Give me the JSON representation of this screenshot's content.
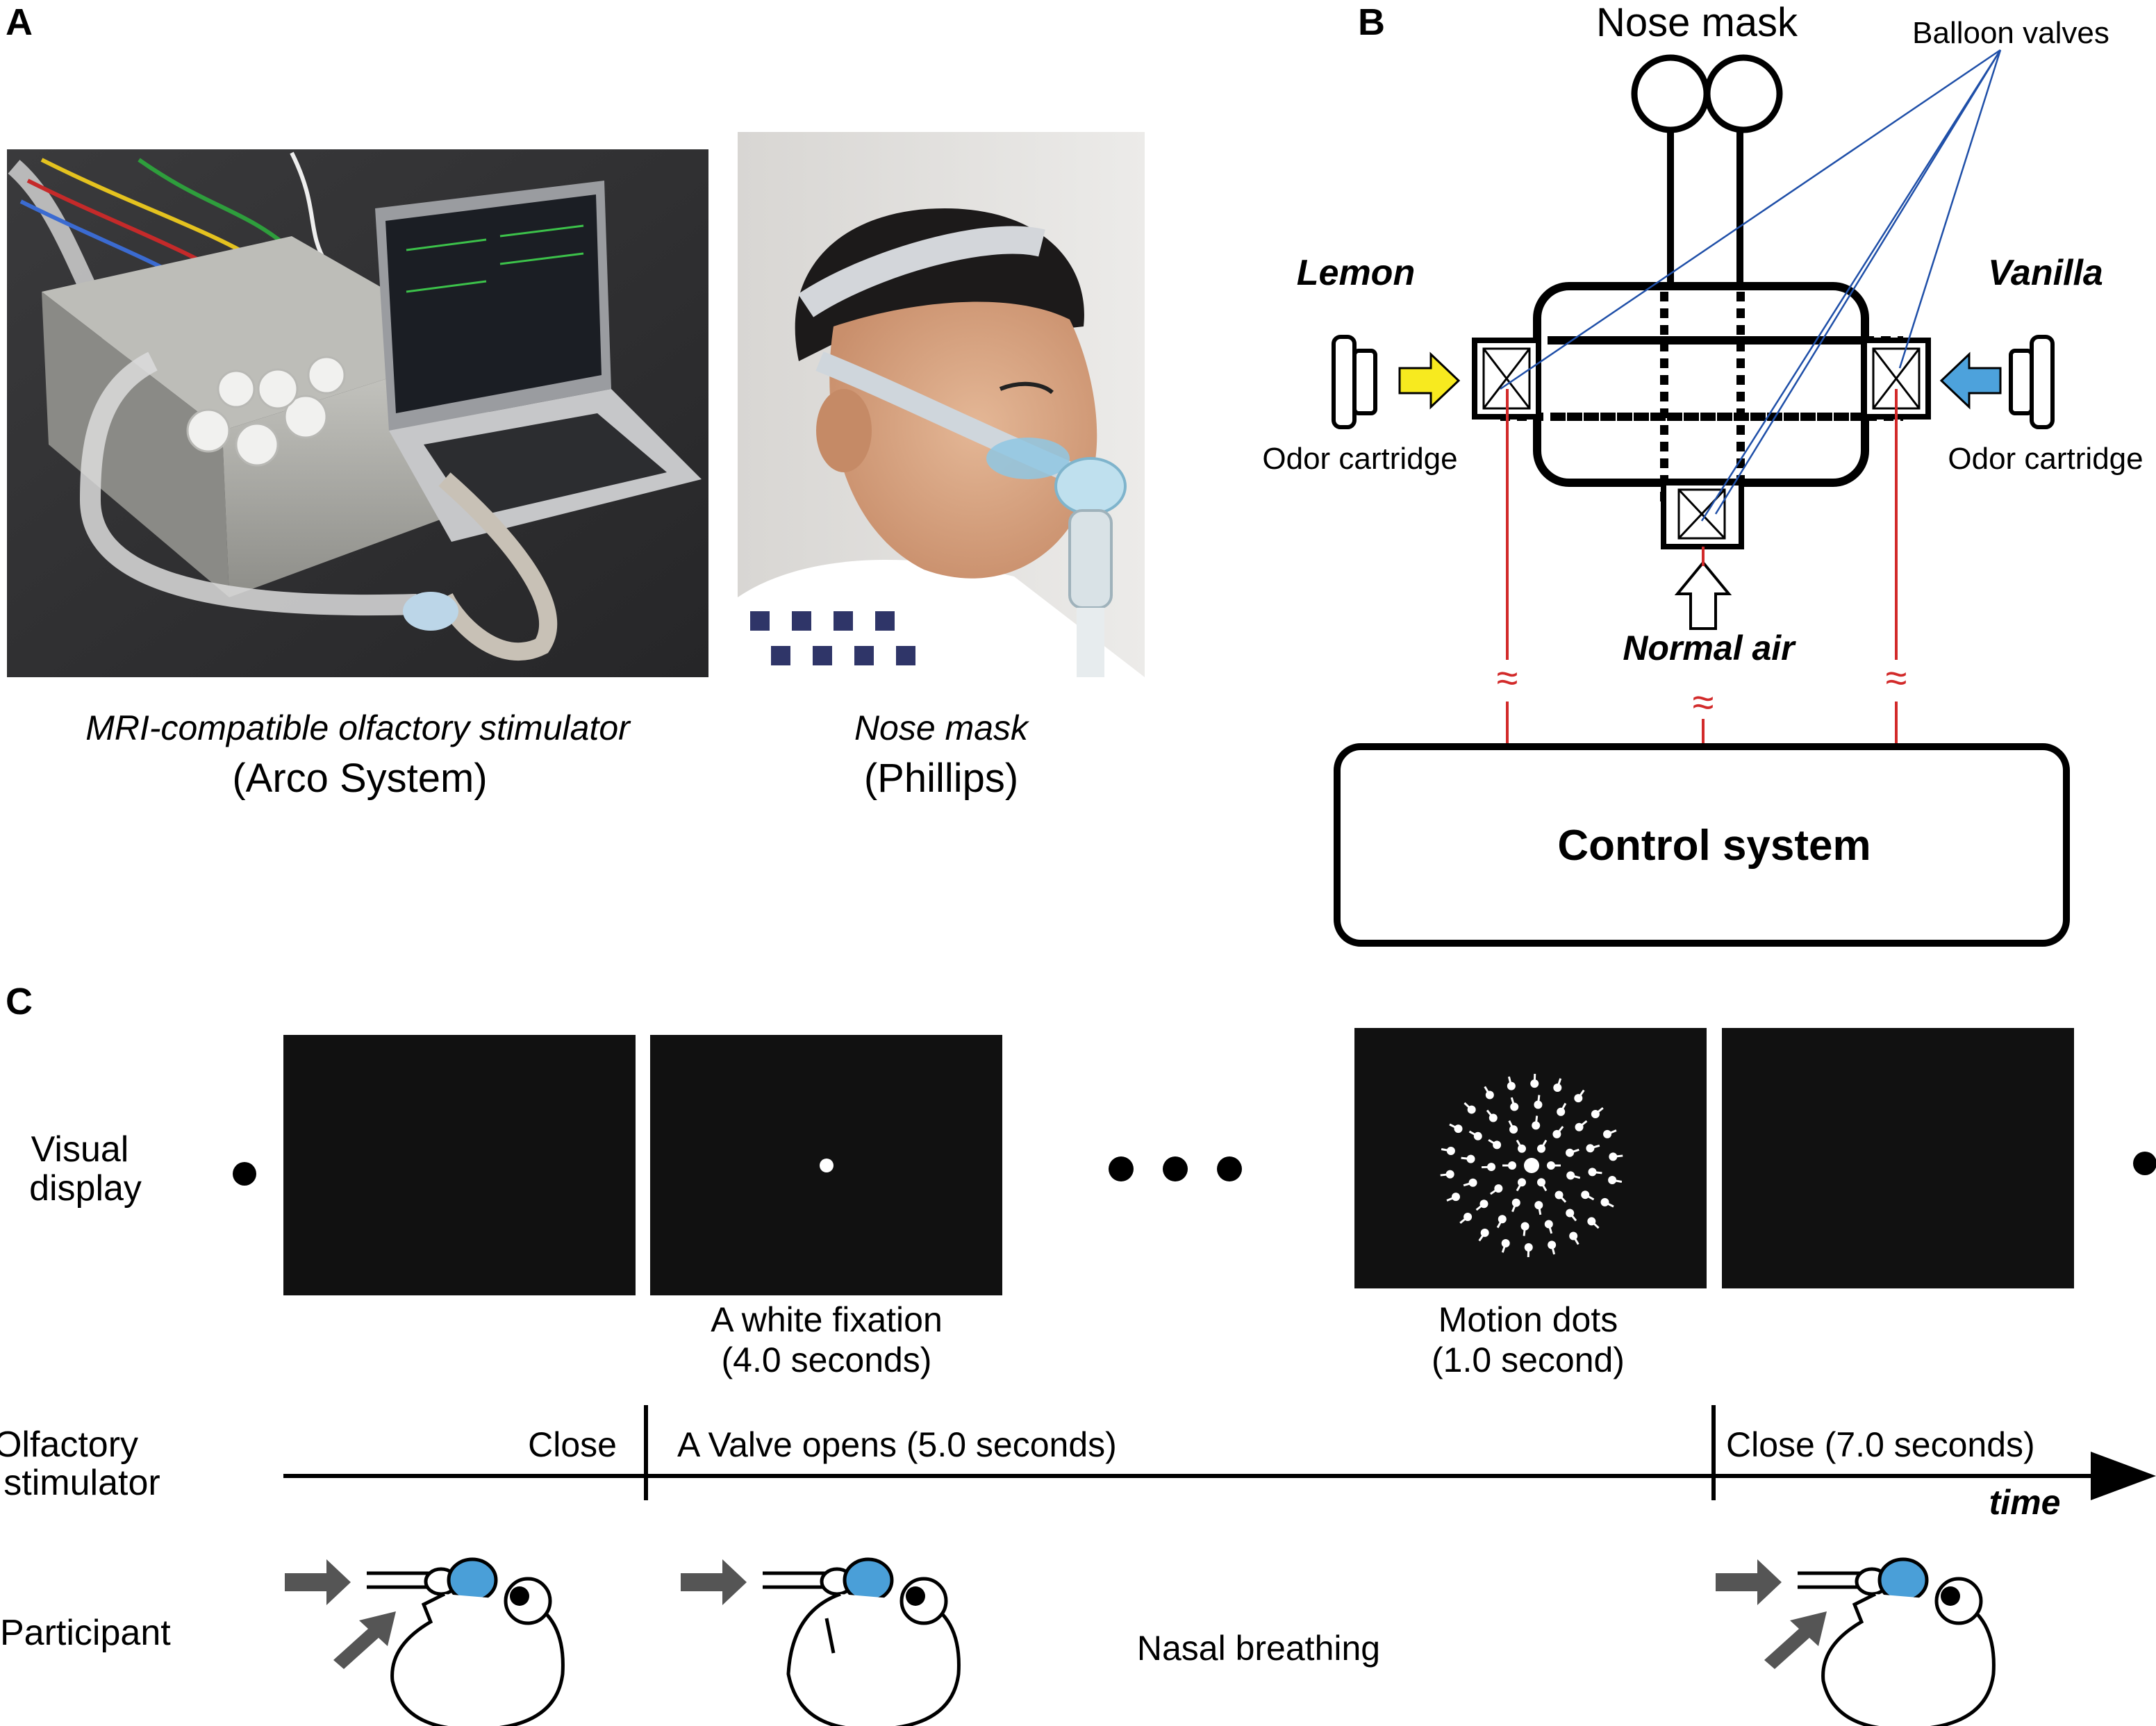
{
  "panels": {
    "a": {
      "letter": "A",
      "photo1_caption_italic": "MRI-compatible olfactory stimulator",
      "photo1_caption": "(Arco System)",
      "photo2_caption_italic": "Nose mask",
      "photo2_caption": "(Phillips)"
    },
    "b": {
      "letter": "B",
      "nose_mask": "Nose mask",
      "balloon_valves": "Balloon valves",
      "lemon": "Lemon",
      "vanilla": "Vanilla",
      "odor_cartridge_left": "Odor cartridge",
      "odor_cartridge_right": "Odor cartridge",
      "normal_air": "Normal air",
      "control_system": "Control system",
      "wave_symbol": "≈"
    },
    "c": {
      "letter": "C",
      "row_visual": [
        "Visual",
        "display"
      ],
      "row_olfactory": [
        "Olfactory",
        "stimulator"
      ],
      "row_participant": "Participant",
      "fixation_caption": [
        "A white fixation",
        "(4.0 seconds)"
      ],
      "motion_caption": [
        "Motion dots",
        "(1.0 second)"
      ],
      "close_label": "Close",
      "valve_opens": "A Valve opens (5.0 seconds)",
      "close_7": "Close (7.0 seconds)",
      "time_label": "time",
      "nasal_breathing": "Nasal breathing"
    }
  },
  "colors": {
    "lemon_arrow": "#f7ea1f",
    "vanilla_arrow": "#4da2dc",
    "valve_lines": "#1f4fa8",
    "control_lines": "#d22a2a",
    "mask_blue": "#4a9fd8",
    "screen": "#111111",
    "gray_arrow": "#555555"
  },
  "icons": {
    "balloon_valve": "crossed-box-icon",
    "participant_head": "head-profile-icon"
  }
}
